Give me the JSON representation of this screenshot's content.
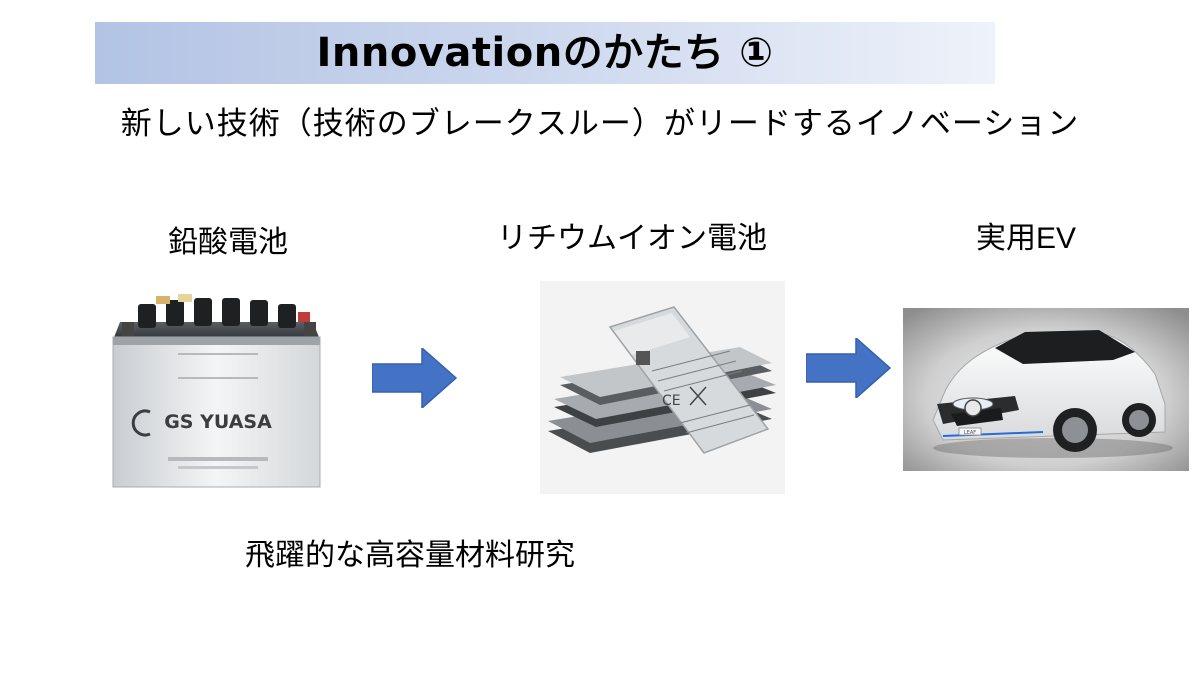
{
  "slide": {
    "title": "Innovationのかたち ①",
    "subtitle": "新しい技術（技術のブレークスルー）がリードするイノベーション"
  },
  "stages": [
    {
      "label": "鉛酸電池"
    },
    {
      "label": "リチウムイオン電池"
    },
    {
      "label": "実用EV"
    }
  ],
  "note": "飛躍的な高容量材料研究",
  "battery_brand": "GS YUASA",
  "car_plate": "LEAF",
  "colors": {
    "title_band_start": "#b3c3e4",
    "title_band_end": "#eef2fa",
    "arrow_fill": "#4472c4",
    "arrow_stroke": "#3461ae"
  }
}
